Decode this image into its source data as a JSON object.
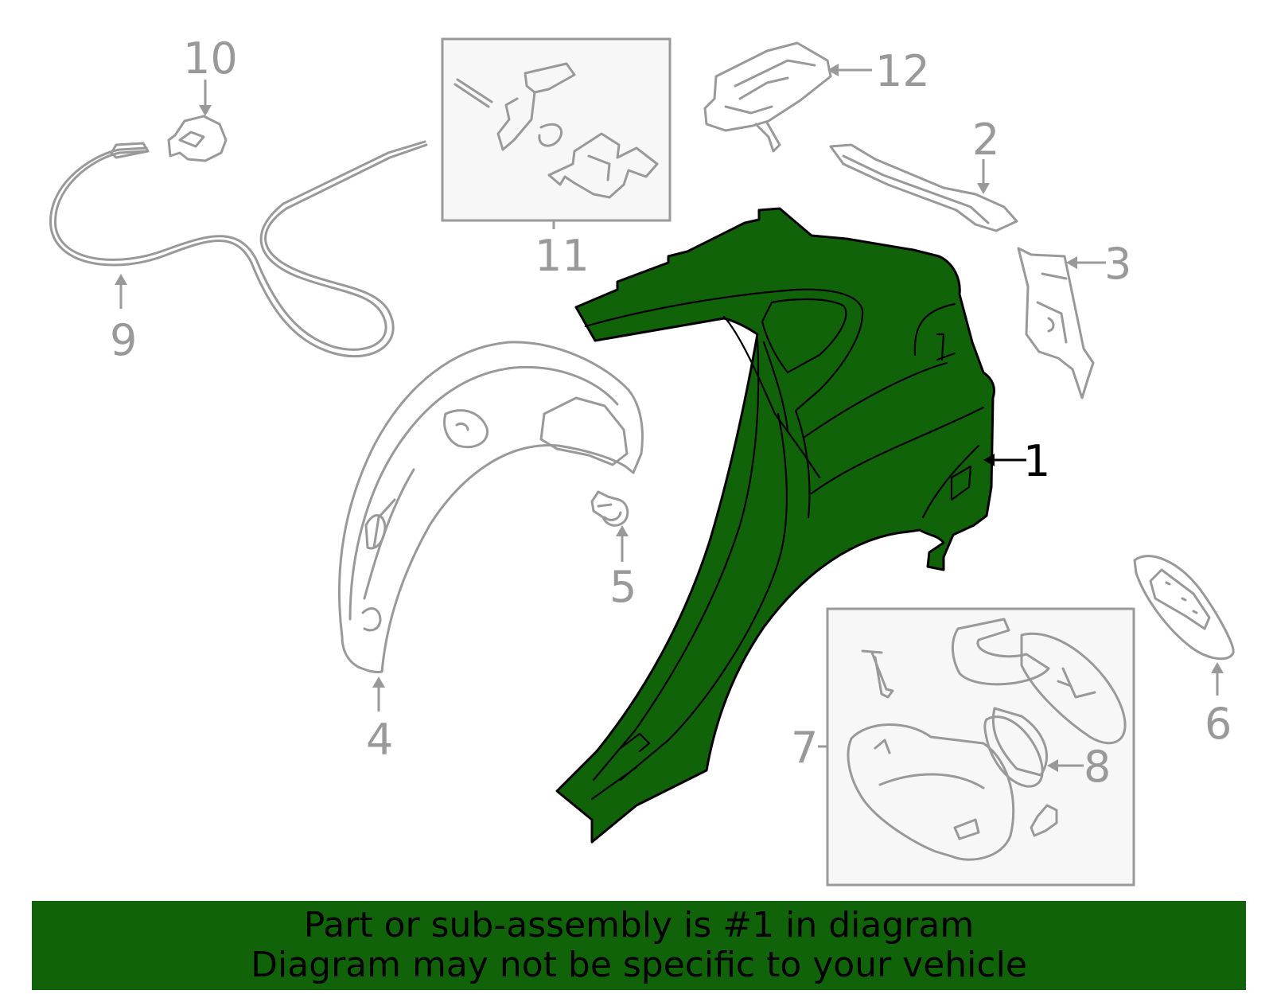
{
  "diagram": {
    "highlight_color": "#116309",
    "part_color": "#999999",
    "callouts": [
      {
        "id": "1",
        "label": "1",
        "part": "quarter-panel",
        "highlighted": true
      },
      {
        "id": "2",
        "label": "2",
        "part": "upper-rail-reinforcement",
        "highlighted": false
      },
      {
        "id": "3",
        "label": "3",
        "part": "pillar-bracket",
        "highlighted": false
      },
      {
        "id": "4",
        "label": "4",
        "part": "wheelhouse-liner",
        "highlighted": false
      },
      {
        "id": "5",
        "label": "5",
        "part": "push-clip",
        "highlighted": false
      },
      {
        "id": "6",
        "label": "6",
        "part": "fuel-door-plate",
        "highlighted": false
      },
      {
        "id": "7",
        "label": "7",
        "part": "fuel-door-assembly-box",
        "highlighted": false
      },
      {
        "id": "8",
        "label": "8",
        "part": "filler-ring",
        "highlighted": false
      },
      {
        "id": "9",
        "label": "9",
        "part": "release-cable",
        "highlighted": false
      },
      {
        "id": "10",
        "label": "10",
        "part": "cable-clip",
        "highlighted": false
      },
      {
        "id": "11",
        "label": "11",
        "part": "latch-components-box",
        "highlighted": false
      },
      {
        "id": "12",
        "label": "12",
        "part": "rear-bracket",
        "highlighted": false
      }
    ]
  },
  "banner": {
    "line1": "Part or sub-assembly is #1 in diagram",
    "line2": "Diagram may not be specific to your vehicle",
    "color": "#116309"
  }
}
